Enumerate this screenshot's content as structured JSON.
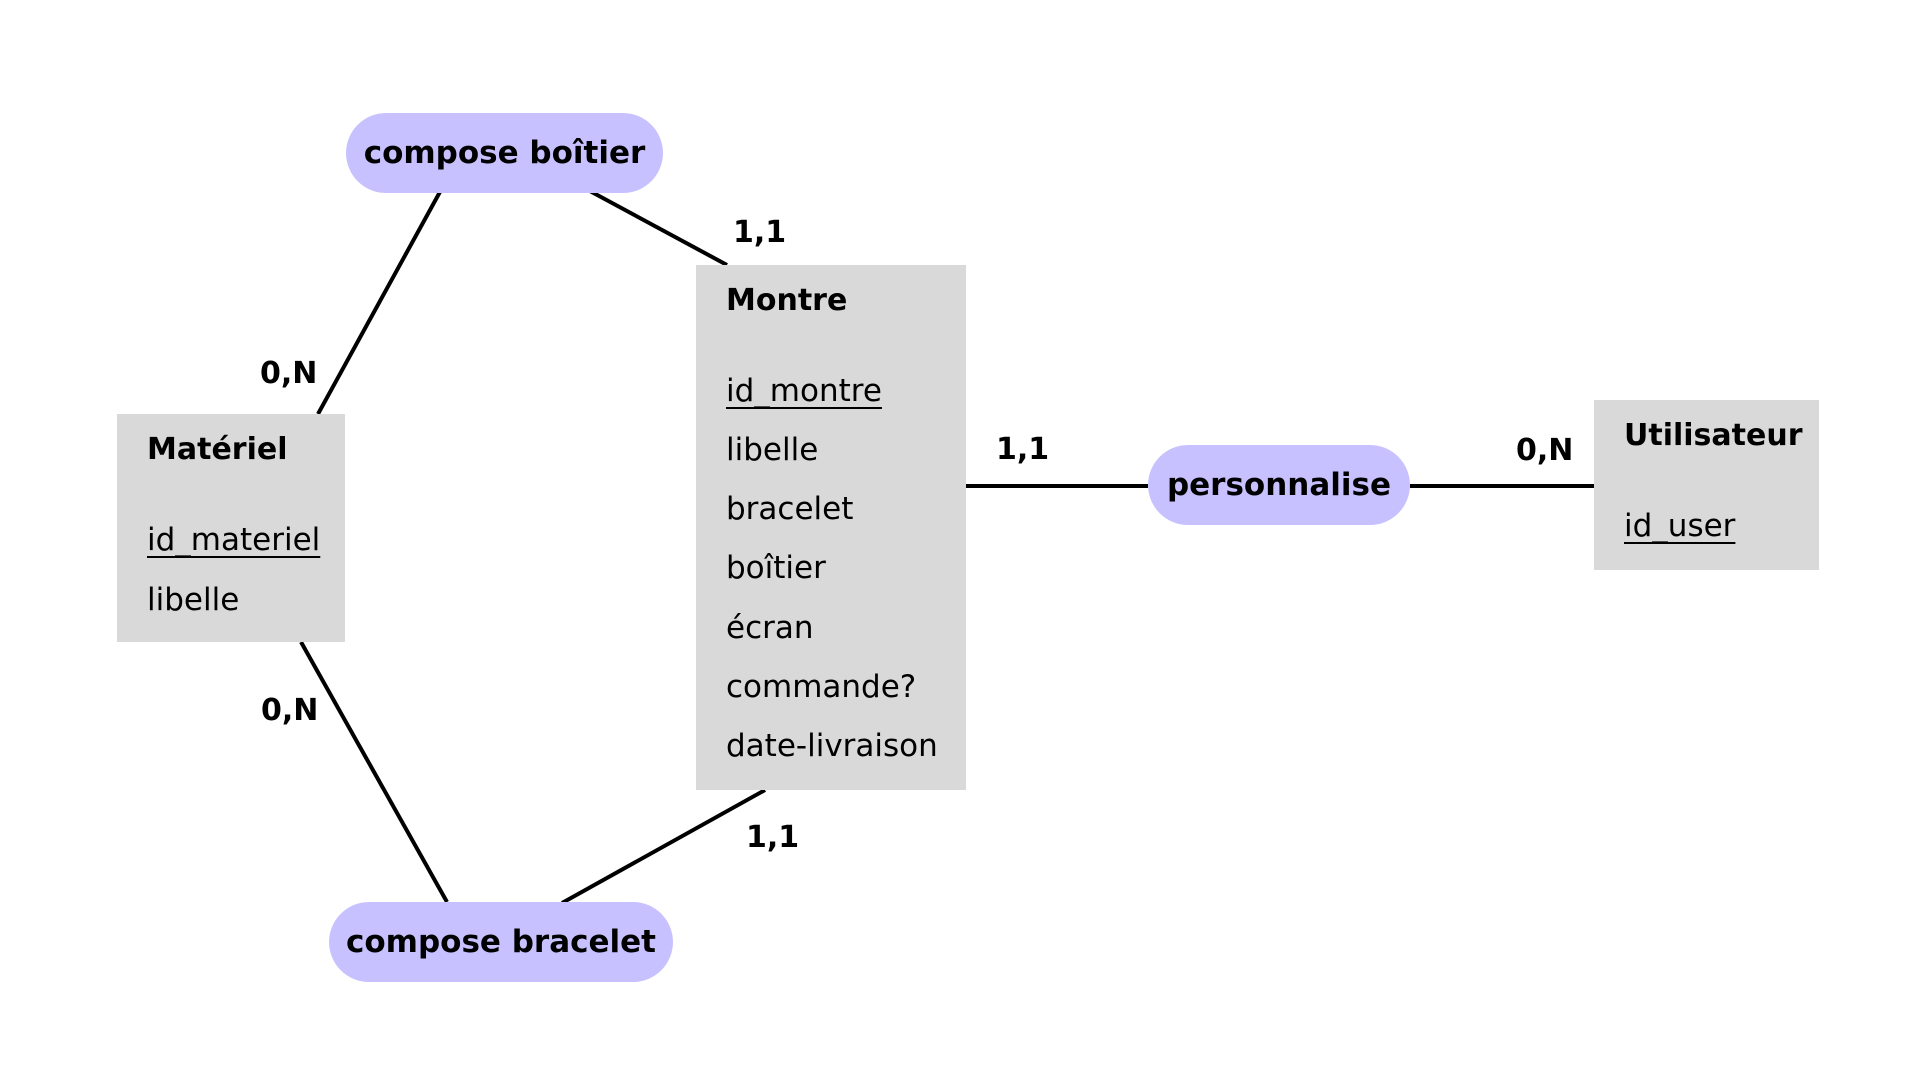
{
  "entities": {
    "materiel": {
      "title": "Matériel",
      "attributes": [
        {
          "label": "id_materiel",
          "key": true
        },
        {
          "label": "libelle",
          "key": false
        }
      ]
    },
    "montre": {
      "title": "Montre",
      "attributes": [
        {
          "label": "id_montre",
          "key": true
        },
        {
          "label": "libelle",
          "key": false
        },
        {
          "label": "bracelet",
          "key": false
        },
        {
          "label": "boîtier",
          "key": false
        },
        {
          "label": "écran",
          "key": false
        },
        {
          "label": "commande?",
          "key": false
        },
        {
          "label": "date-livraison",
          "key": false
        }
      ]
    },
    "utilisateur": {
      "title": "Utilisateur",
      "attributes": [
        {
          "label": "id_user",
          "key": true
        }
      ]
    }
  },
  "associations": {
    "compose_boitier": "compose boîtier",
    "compose_bracelet": "compose bracelet",
    "personnalise": "personnalise"
  },
  "cardinalities": {
    "boitier_materiel": "0,N",
    "boitier_montre": "1,1",
    "bracelet_materiel": "0,N",
    "bracelet_montre": "1,1",
    "personnalise_montre": "1,1",
    "personnalise_utilisateur": "0,N"
  },
  "colors": {
    "entity_fill": "#d9d9d9",
    "association_fill": "#c7c2ff",
    "line": "#000000"
  }
}
